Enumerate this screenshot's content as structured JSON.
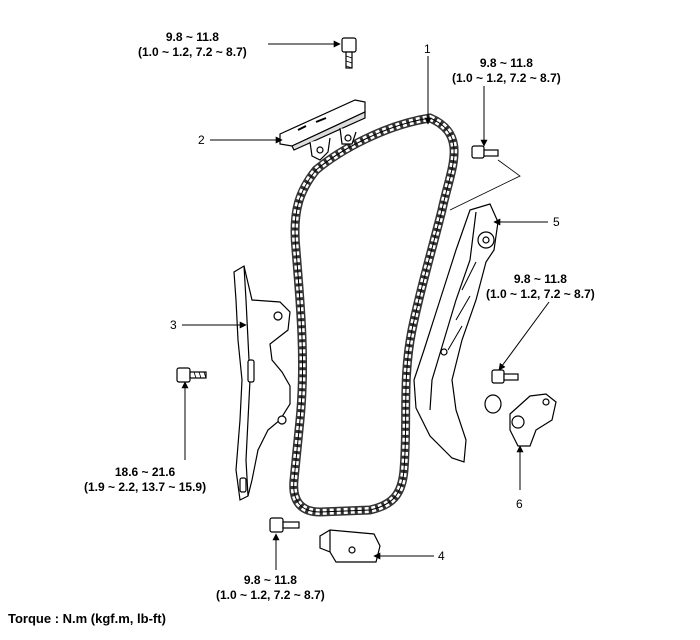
{
  "torque_specs": {
    "t1": {
      "nm": "9.8 ~ 11.8",
      "detail": "(1.0 ~ 1.2,  7.2 ~ 8.7)"
    },
    "t2": {
      "nm": "9.8 ~ 11.8",
      "detail": "(1.0 ~ 1.2,  7.2 ~ 8.7)"
    },
    "t3": {
      "nm": "9.8 ~ 11.8",
      "detail": "(1.0 ~ 1.2,  7.2 ~ 8.7)"
    },
    "t4": {
      "nm": "18.6 ~ 21.6",
      "detail": "(1.9 ~ 2.2, 13.7 ~ 15.9)"
    },
    "t5": {
      "nm": "9.8 ~ 11.8",
      "detail": "(1.0 ~ 1.2,  7.2 ~ 8.7)"
    }
  },
  "callouts": {
    "c1": "1",
    "c2": "2",
    "c3": "3",
    "c4": "4",
    "c5": "5",
    "c6": "6"
  },
  "footer": "Torque : N.m (kgf.m, lb-ft)"
}
